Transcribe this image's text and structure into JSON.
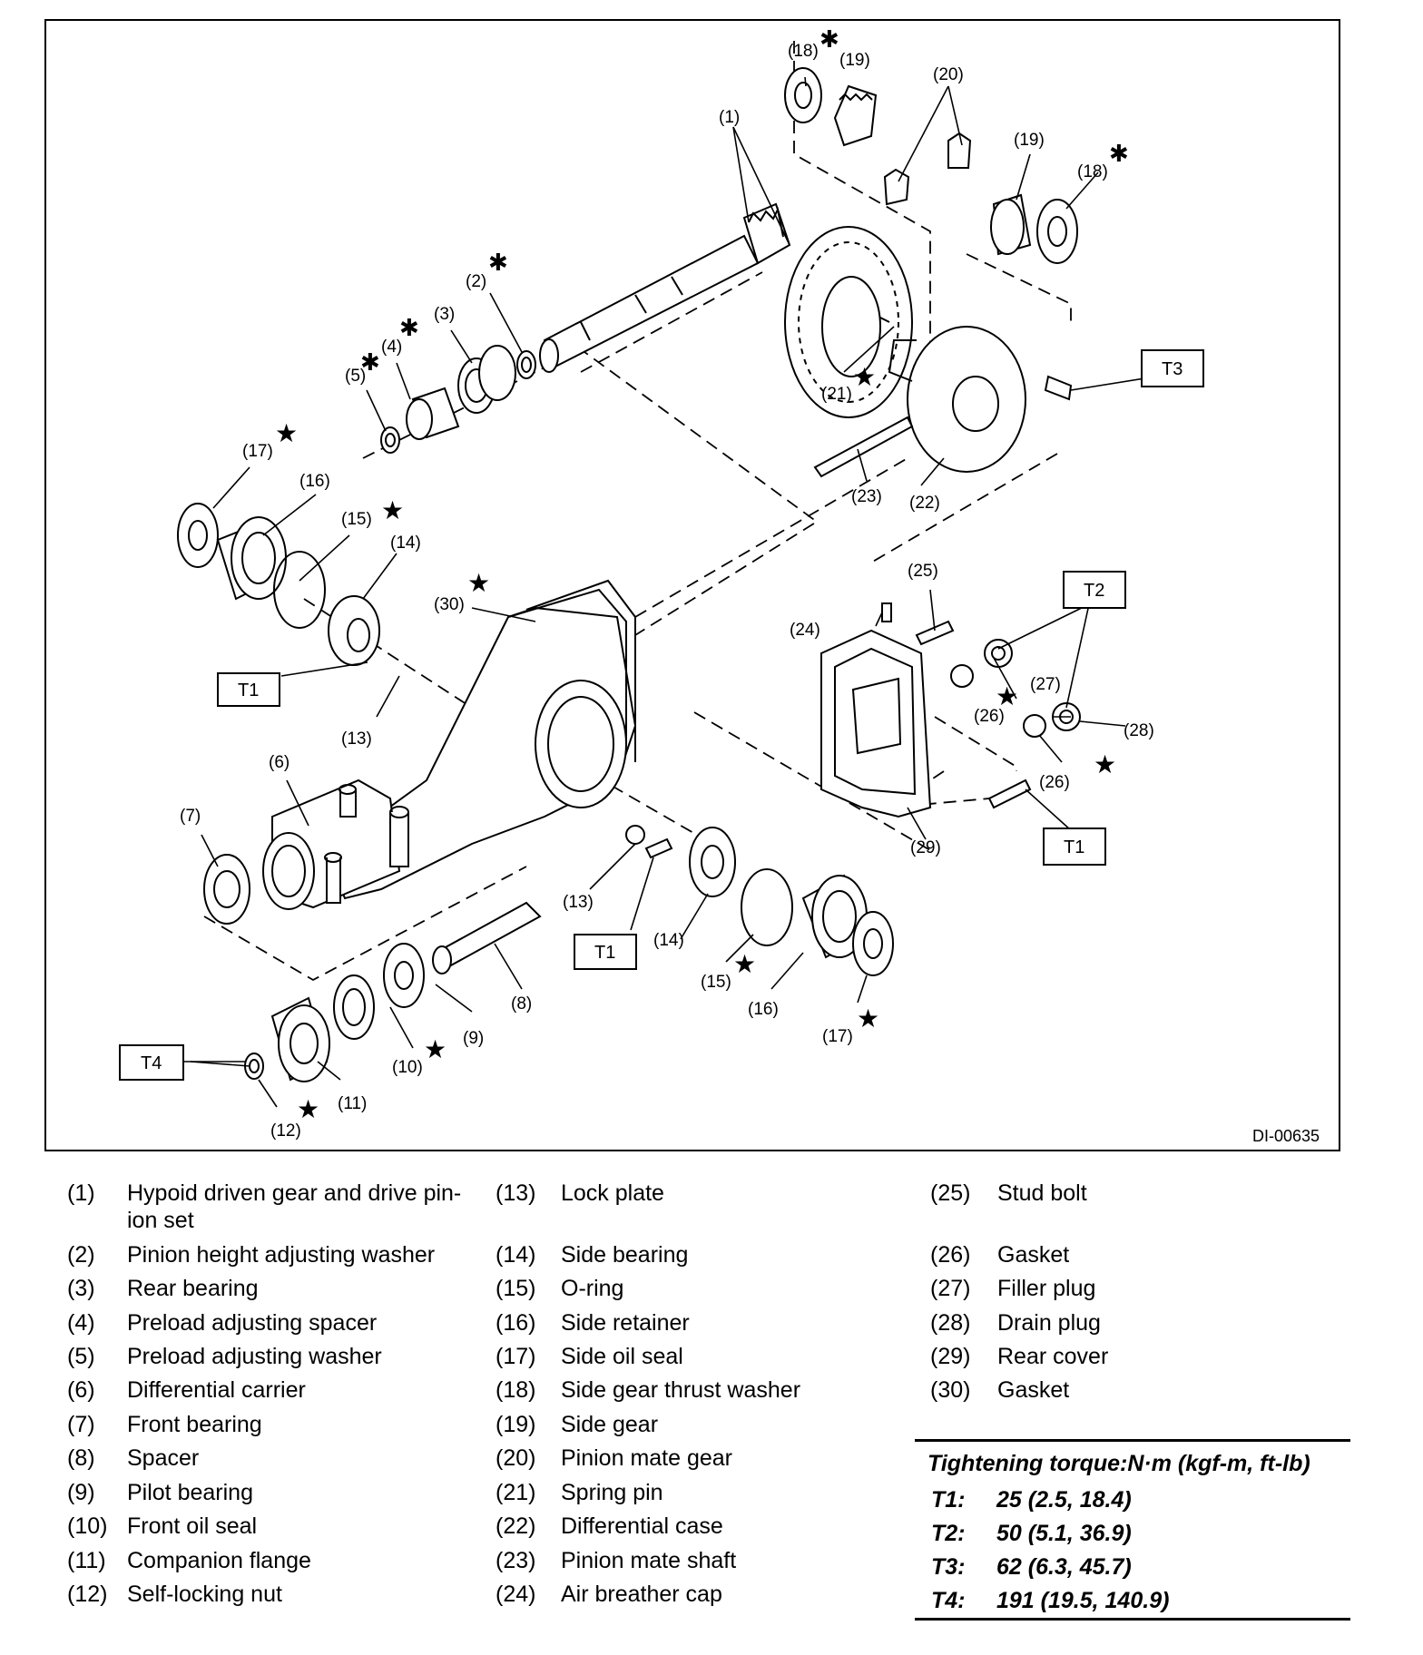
{
  "diagram": {
    "code": "DI-00635",
    "callouts": [
      {
        "id": "c1",
        "text": "(1)"
      },
      {
        "id": "c2",
        "text": "(2)"
      },
      {
        "id": "c3",
        "text": "(3)"
      },
      {
        "id": "c4",
        "text": "(4)"
      },
      {
        "id": "c5",
        "text": "(5)"
      },
      {
        "id": "c6",
        "text": "(6)"
      },
      {
        "id": "c7",
        "text": "(7)"
      },
      {
        "id": "c8",
        "text": "(8)"
      },
      {
        "id": "c9",
        "text": "(9)"
      },
      {
        "id": "c10",
        "text": "(10)"
      },
      {
        "id": "c11",
        "text": "(11)"
      },
      {
        "id": "c12",
        "text": "(12)"
      },
      {
        "id": "c13a",
        "text": "(13)"
      },
      {
        "id": "c13b",
        "text": "(13)"
      },
      {
        "id": "c14a",
        "text": "(14)"
      },
      {
        "id": "c14b",
        "text": "(14)"
      },
      {
        "id": "c15a",
        "text": "(15)"
      },
      {
        "id": "c15b",
        "text": "(15)"
      },
      {
        "id": "c16a",
        "text": "(16)"
      },
      {
        "id": "c16b",
        "text": "(16)"
      },
      {
        "id": "c17a",
        "text": "(17)"
      },
      {
        "id": "c17b",
        "text": "(17)"
      },
      {
        "id": "c18a",
        "text": "(18)"
      },
      {
        "id": "c18b",
        "text": "(18)"
      },
      {
        "id": "c19a",
        "text": "(19)"
      },
      {
        "id": "c19b",
        "text": "(19)"
      },
      {
        "id": "c20",
        "text": "(20)"
      },
      {
        "id": "c21",
        "text": "(21)"
      },
      {
        "id": "c22",
        "text": "(22)"
      },
      {
        "id": "c23",
        "text": "(23)"
      },
      {
        "id": "c24",
        "text": "(24)"
      },
      {
        "id": "c25",
        "text": "(25)"
      },
      {
        "id": "c26a",
        "text": "(26)"
      },
      {
        "id": "c26b",
        "text": "(26)"
      },
      {
        "id": "c27",
        "text": "(27)"
      },
      {
        "id": "c28",
        "text": "(28)"
      },
      {
        "id": "c29",
        "text": "(29)"
      },
      {
        "id": "c30",
        "text": "(30)"
      }
    ],
    "torque_boxes": [
      {
        "id": "t3",
        "text": "T3"
      },
      {
        "id": "t2",
        "text": "T2"
      },
      {
        "id": "t1a",
        "text": "T1"
      },
      {
        "id": "t1b",
        "text": "T1"
      },
      {
        "id": "t1c",
        "text": "T1"
      },
      {
        "id": "t4",
        "text": "T4"
      }
    ],
    "marks": {
      "star": "★",
      "asterisk": "✱"
    }
  },
  "legend": [
    [
      {
        "num": "(1)",
        "name": "Hypoid driven gear and drive pin-\nion set"
      },
      {
        "num": "(2)",
        "name": "Pinion height adjusting washer"
      },
      {
        "num": "(3)",
        "name": "Rear bearing"
      },
      {
        "num": "(4)",
        "name": "Preload adjusting spacer"
      },
      {
        "num": "(5)",
        "name": "Preload adjusting washer"
      },
      {
        "num": "(6)",
        "name": "Differential carrier"
      },
      {
        "num": "(7)",
        "name": "Front bearing"
      },
      {
        "num": "(8)",
        "name": "Spacer"
      },
      {
        "num": "(9)",
        "name": "Pilot bearing"
      },
      {
        "num": "(10)",
        "name": "Front oil seal"
      },
      {
        "num": "(11)",
        "name": "Companion flange"
      },
      {
        "num": "(12)",
        "name": "Self-locking nut"
      }
    ],
    [
      {
        "num": "(13)",
        "name": "Lock plate"
      },
      {
        "num": "(14)",
        "name": "Side bearing"
      },
      {
        "num": "(15)",
        "name": "O-ring"
      },
      {
        "num": "(16)",
        "name": "Side retainer"
      },
      {
        "num": "(17)",
        "name": "Side oil seal"
      },
      {
        "num": "(18)",
        "name": "Side gear thrust washer"
      },
      {
        "num": "(19)",
        "name": "Side gear"
      },
      {
        "num": "(20)",
        "name": "Pinion mate gear"
      },
      {
        "num": "(21)",
        "name": "Spring pin"
      },
      {
        "num": "(22)",
        "name": "Differential case"
      },
      {
        "num": "(23)",
        "name": "Pinion mate shaft"
      },
      {
        "num": "(24)",
        "name": "Air breather cap"
      }
    ],
    [
      {
        "num": "(25)",
        "name": "Stud bolt"
      },
      {
        "num": "(26)",
        "name": "Gasket"
      },
      {
        "num": "(27)",
        "name": "Filler plug"
      },
      {
        "num": "(28)",
        "name": "Drain plug"
      },
      {
        "num": "(29)",
        "name": "Rear cover"
      },
      {
        "num": "(30)",
        "name": "Gasket"
      }
    ]
  ],
  "torque_table": {
    "heading": "Tightening torque:N·m (kgf-m, ft-lb)",
    "rows": [
      {
        "code": "T1:",
        "value": "25 (2.5, 18.4)"
      },
      {
        "code": "T2:",
        "value": "50 (5.1, 36.9)"
      },
      {
        "code": "T3:",
        "value": "62 (6.3, 45.7)"
      },
      {
        "code": "T4:",
        "value": "191 (19.5, 140.9)"
      }
    ]
  }
}
